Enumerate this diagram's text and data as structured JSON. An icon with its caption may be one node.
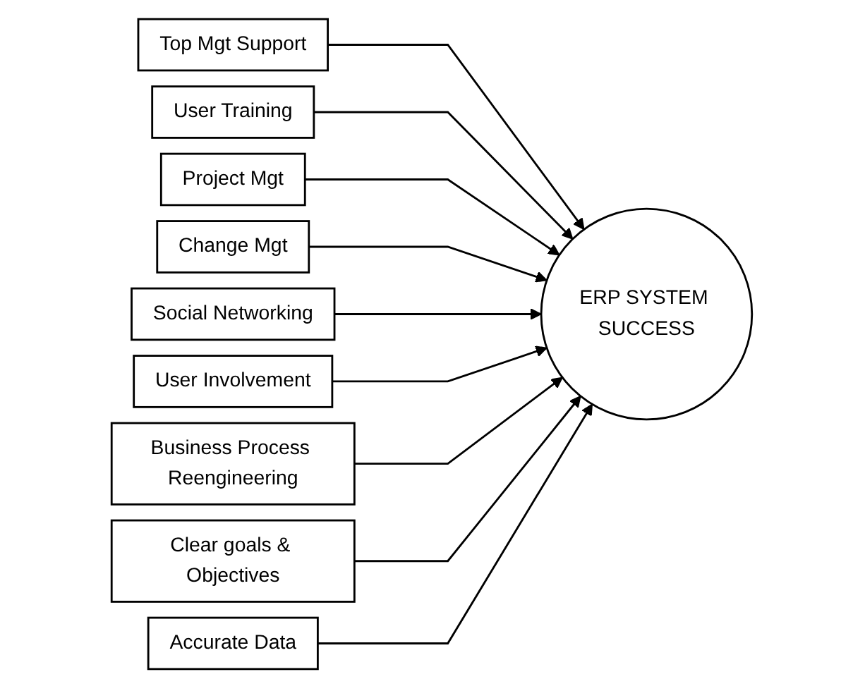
{
  "diagram": {
    "nodes": [
      {
        "text": [
          "Top Mgt Support"
        ]
      },
      {
        "text": [
          "User Training"
        ]
      },
      {
        "text": [
          "Project Mgt"
        ]
      },
      {
        "text": [
          "Change Mgt"
        ]
      },
      {
        "text": [
          "Social Networking"
        ]
      },
      {
        "text": [
          "User Involvement"
        ]
      },
      {
        "text": [
          "Business Process Reengineering"
        ]
      },
      {
        "text": [
          "Clear goals & Objectives"
        ]
      },
      {
        "text": [
          "Accurate Data"
        ]
      },
      {
        "text": [
          "ERP SYSTEM SUCCESS"
        ]
      }
    ],
    "edges": [
      {
        "from": 0,
        "to": 9,
        "arrow": "to"
      },
      {
        "from": 1,
        "to": 9,
        "arrow": "to"
      },
      {
        "from": 2,
        "to": 9,
        "arrow": "to"
      },
      {
        "from": 3,
        "to": 9,
        "arrow": "to"
      },
      {
        "from": 4,
        "to": 9,
        "arrow": "to"
      },
      {
        "from": 5,
        "to": 9,
        "arrow": "to"
      },
      {
        "from": 6,
        "to": 9,
        "arrow": "to"
      },
      {
        "from": 7,
        "to": 9,
        "arrow": "to"
      },
      {
        "from": 8,
        "to": 9,
        "arrow": "to"
      }
    ]
  }
}
